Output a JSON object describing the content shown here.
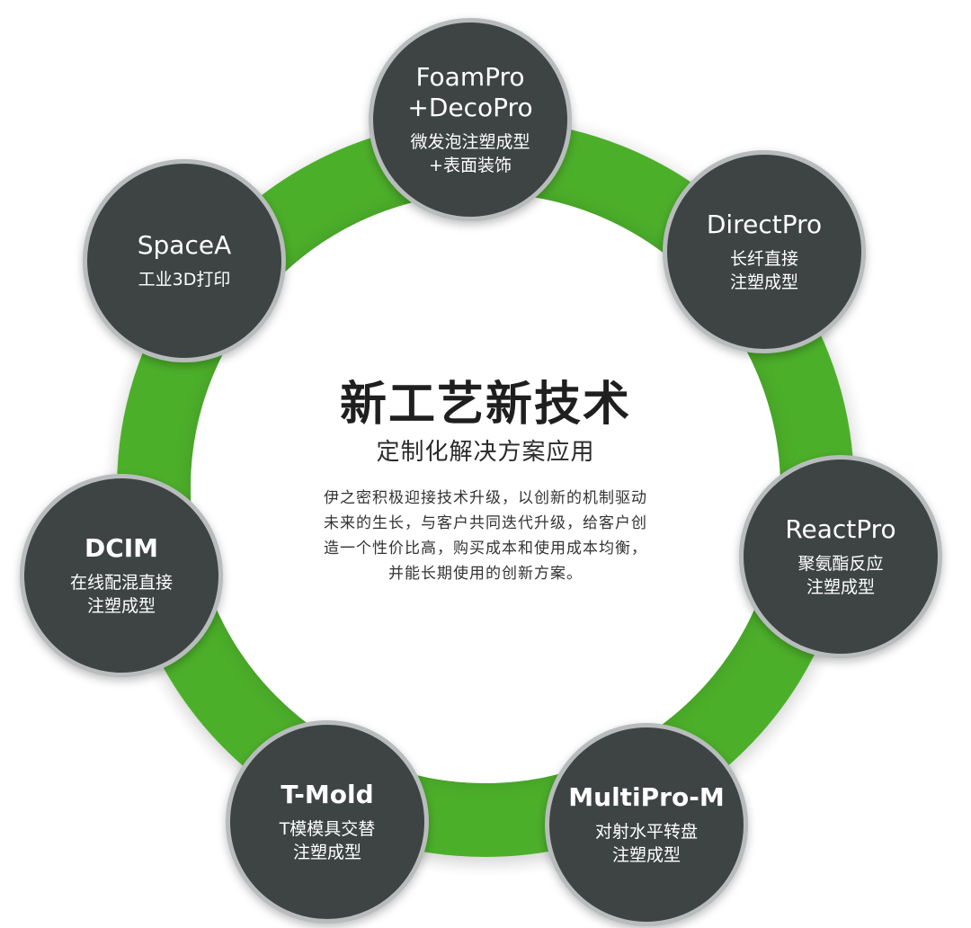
{
  "center": {
    "title": "新工艺新技术",
    "subtitle": "定制化解决方案应用",
    "description": "伊之密积极迎接技术升级，以创新的机制驱动\n未来的生长，与客户共同迭代升级，给客户创\n造一个性价比高，购买成本和使用成本均衡，\n并能长期使用的创新方案。"
  },
  "nodes": {
    "foampro": {
      "title": "FoamPro\n+DecoPro",
      "description": "微发泡注塑成型\n+表面装饰"
    },
    "directpro": {
      "title": "DirectPro",
      "description": "长纤直接\n注塑成型"
    },
    "spacea": {
      "title": "SpaceA",
      "description": "工业3D打印"
    },
    "dcim": {
      "title": "DCIM",
      "description": "在线配混直接\n注塑成型"
    },
    "reactpro": {
      "title": "ReactPro",
      "description": "聚氨酯反应\n注塑成型"
    },
    "tmold": {
      "title": "T-Mold",
      "description": "T模模具交替\n注塑成型"
    },
    "multipro": {
      "title": "MultiPro-M",
      "description": "对射水平转盘\n注塑成型"
    }
  },
  "colors": {
    "ring": "#4caf2a",
    "node_fill": "#3e4444",
    "node_border": "#b8bcbc",
    "center_text": "#222222"
  }
}
